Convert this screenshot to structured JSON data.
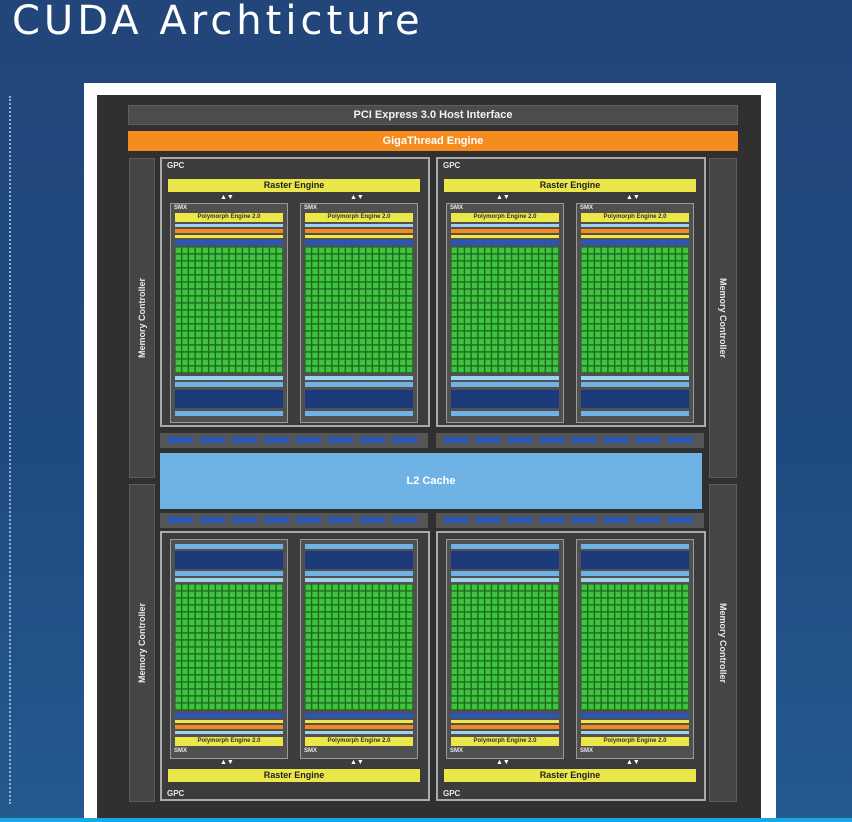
{
  "slide": {
    "title": "CUDA Archticture"
  },
  "diagram": {
    "host_interface": "PCI Express 3.0 Host Interface",
    "scheduler": "GigaThread Engine",
    "l2_cache": "L2 Cache",
    "memory_controller": "Memory Controller",
    "gpc_label": "GPC",
    "raster_engine": "Raster Engine",
    "smx_label": "SMX",
    "polymorph_engine": "Polymorph Engine 2.0",
    "arrows": "▲▼"
  },
  "colors": {
    "background": "#23467a",
    "chip": "#303030",
    "scheduler": "#f58b1f",
    "l2_cache": "#6fb2e5",
    "raster_engine": "#ebe64a",
    "cuda_cores": "#3fc43f",
    "register_file": "#2a56b8",
    "accent_bar": "#1ba6e8"
  }
}
